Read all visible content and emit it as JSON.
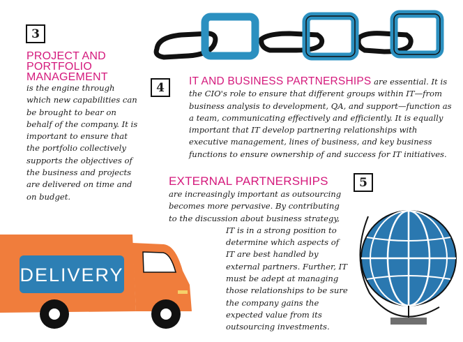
{
  "section3": {
    "number": "3",
    "heading_lines": [
      "PROJECT AND",
      "PORTFOLIO",
      "MANAGEMENT"
    ],
    "body": "is the engine through which new capabilities can be brought to bear on behalf of the company. It is important to ensure that the portfolio collectively supports the objectives of the business and projects are delivered on time and on budget."
  },
  "section4": {
    "number": "4",
    "heading": "IT AND BUSINESS PARTNERSHIPS",
    "body": "are essential. It is the CIO's role to ensure that different groups within IT—from business analysis to development, QA, and support—function as a team, communicating effectively and efficiently. It is equally important that IT develop partnering relationships with executive management, lines of business, and key business functions to ensure ownership of and success for IT initiatives."
  },
  "section5": {
    "number": "5",
    "heading": "EXTERNAL PARTNERSHIPS",
    "body_lines": [
      "are increasingly important as outsourcing",
      "becomes more pervasive. By contributing",
      "to the discussion about business strategy,"
    ],
    "body_indented": "IT is in a strong position to determine which aspects of IT are best handled by external partners. Further, IT must be adept at managing those relationships to be sure the company gains the expected value from its outsourcing investments."
  },
  "truck": {
    "label": "DELIVERY"
  },
  "colors": {
    "heading": "#d4197c",
    "chain_blue": "#2b90c0",
    "truck_orange": "#f07d3c",
    "globe_blue": "#2a78b0"
  },
  "icons": [
    "chain-link-illustration",
    "delivery-truck-illustration",
    "globe-illustration"
  ]
}
